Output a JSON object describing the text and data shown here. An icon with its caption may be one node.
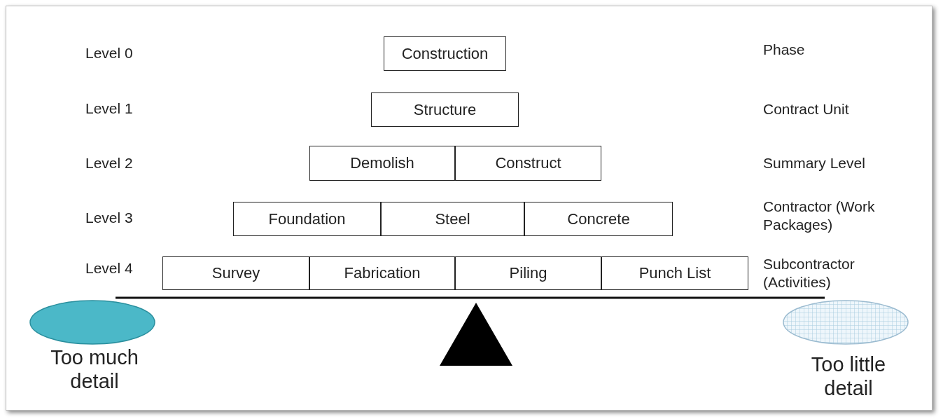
{
  "diagram": {
    "nodes": [
      {
        "text": [
          "Construction"
        ]
      },
      {
        "text": [
          "Structure"
        ]
      },
      {
        "text": [
          "Demolish"
        ]
      },
      {
        "text": [
          "Construct"
        ]
      },
      {
        "text": [
          "Foundation"
        ]
      },
      {
        "text": [
          "Steel"
        ]
      },
      {
        "text": [
          "Concrete"
        ]
      },
      {
        "text": [
          "Survey"
        ]
      },
      {
        "text": [
          "Fabrication"
        ]
      },
      {
        "text": [
          "Piling"
        ]
      },
      {
        "text": [
          "Punch List"
        ]
      },
      {
        "text": [],
        "shape": "ellipse",
        "beside": [
          "Too much detail"
        ]
      },
      {
        "text": [],
        "shape": "ellipse",
        "beside": [
          "Too little detail"
        ]
      }
    ],
    "edges": [],
    "labels": [
      "Level 0",
      "Phase",
      "Level 1",
      "Contract Unit",
      "Level 2",
      "Summary Level",
      "Level 3",
      "Contractor (Work Packages)",
      "Level 4",
      "Subcontractor (Activities)"
    ]
  }
}
